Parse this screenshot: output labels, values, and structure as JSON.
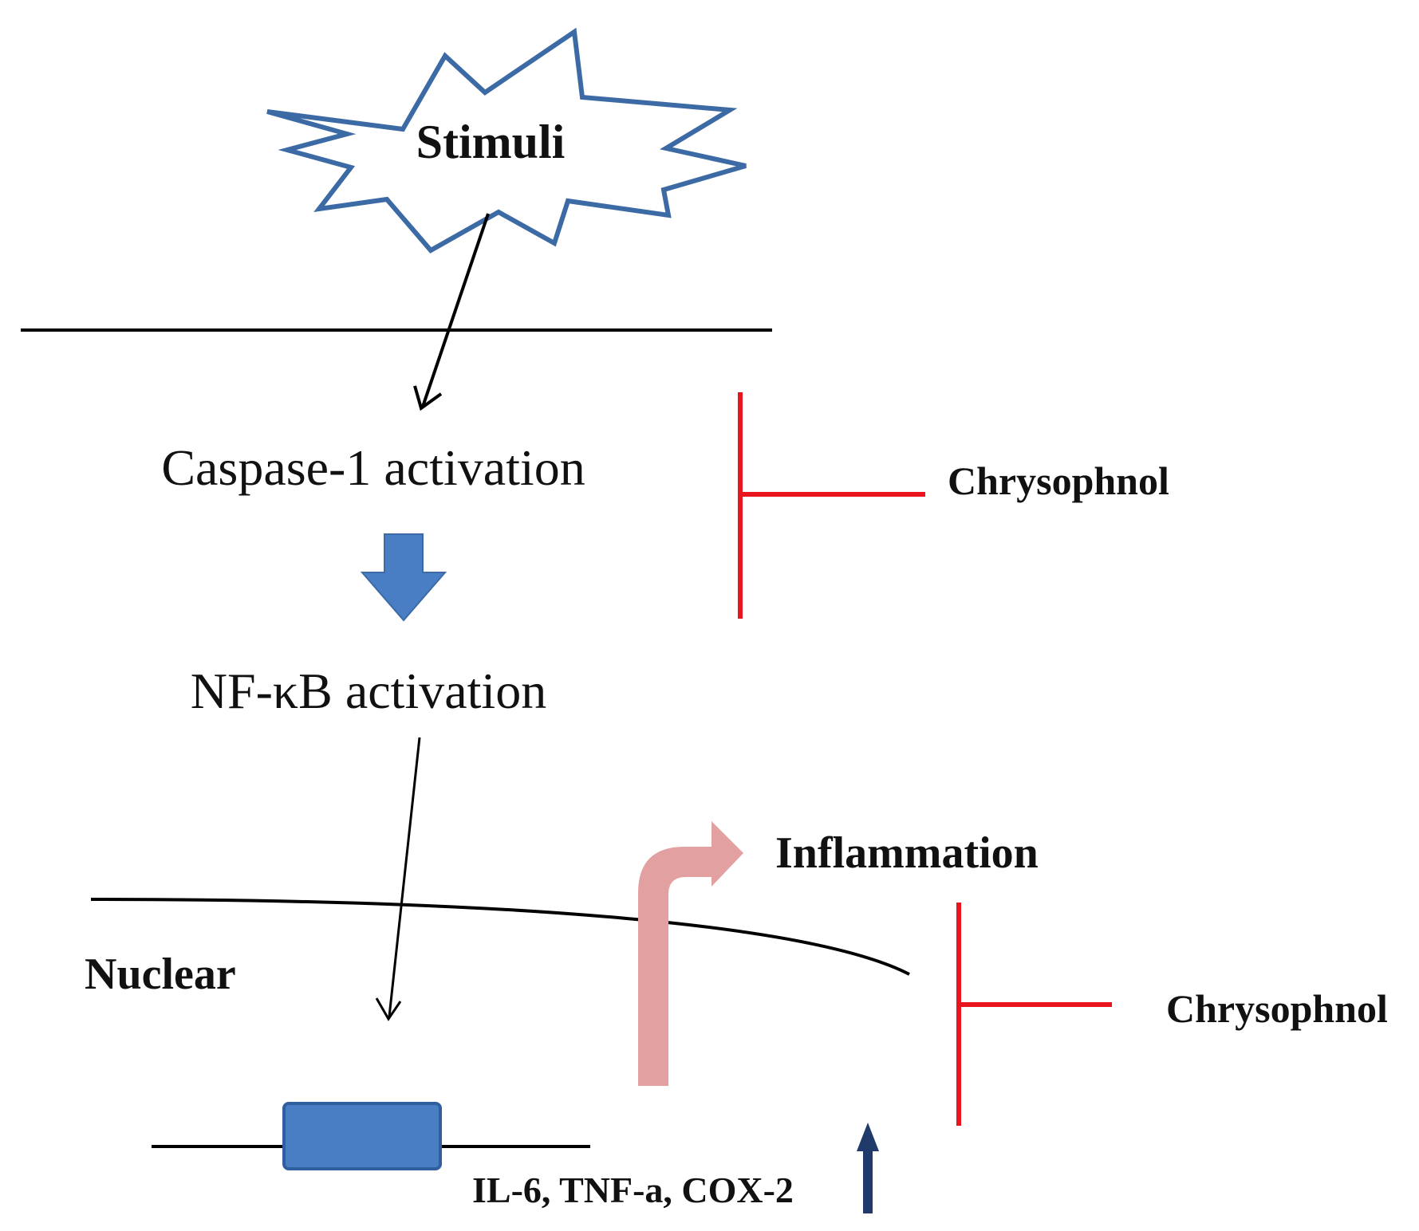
{
  "diagram": {
    "stimuli_label": "Stimuli",
    "caspase_label": "Caspase-1 activation",
    "nfkb_label": "NF-κB activation",
    "inhibitor_top_label": "Chrysophnol",
    "inhibitor_bottom_label": "Chrysophnol",
    "inflammation_label": "Inflammation",
    "nuclear_label": "Nuclear",
    "genes_label": "IL-6, TNF-a, COX-2"
  },
  "colors": {
    "starburst_outline": "#3c6aa5",
    "block_arrow": "#4a7ec4",
    "gene_box": "#4a7ec4",
    "inhibition": "#e8141e",
    "inflammation_arrow": "#e3a0a0",
    "upregulation_arrow": "#1f3a6b",
    "lines": "#000000"
  }
}
